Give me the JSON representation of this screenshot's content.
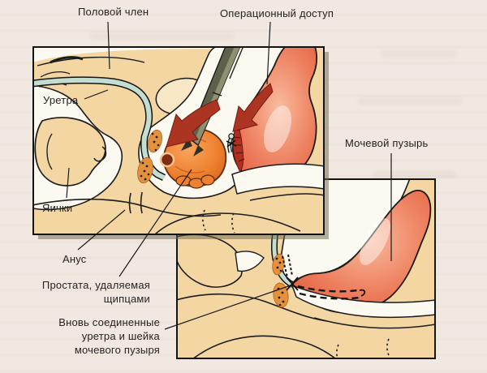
{
  "figure": {
    "language": "ru",
    "kind": "surgical anatomy diagram, two panels"
  },
  "labels": {
    "penis": "Половой член",
    "surgical_access": "Операционный доступ",
    "urethra": "Уретра",
    "testes": "Яички",
    "anus": "Анус",
    "prostate_line1": "Простата, удаляемая",
    "prostate_line2": "щипцами",
    "reconnect_line1": "Вновь соединенные",
    "reconnect_line2": "уретра и шейка",
    "reconnect_line3": "мочевого пузыря",
    "bladder": "Мочевой пузырь"
  },
  "icons": {
    "forceps": "surgical-forceps-icon",
    "access_arrow": "surgical-access-arrow-icon",
    "sutures": "dashed-suture-lines-icon"
  },
  "colors": {
    "page_bg": "#f1e9e1",
    "panel_bg": "#fcf9f1",
    "panel_border": "#141414",
    "tissue": "#f3d6a1",
    "tissue_light": "#f8e7c4",
    "tissue_shade": "#e9c183",
    "outline": "#1c1c1c",
    "urethra": "#c3ded1",
    "bladder": "#ee8261",
    "bladder_light": "#f9bb9e",
    "bladder_deep": "#e25a3b",
    "bladder_cut_edge": "#b03020",
    "prostate": "#ee802f",
    "prostate_deep": "#d2601a",
    "prostate_stump": "#7e2c12",
    "forceps_dark": "#5d604a",
    "forceps_light": "#8f9072",
    "arrow_red": "#ac3423",
    "speckle": "#e2913f",
    "leader_line": "#1b1b1b",
    "text": "#232323"
  }
}
